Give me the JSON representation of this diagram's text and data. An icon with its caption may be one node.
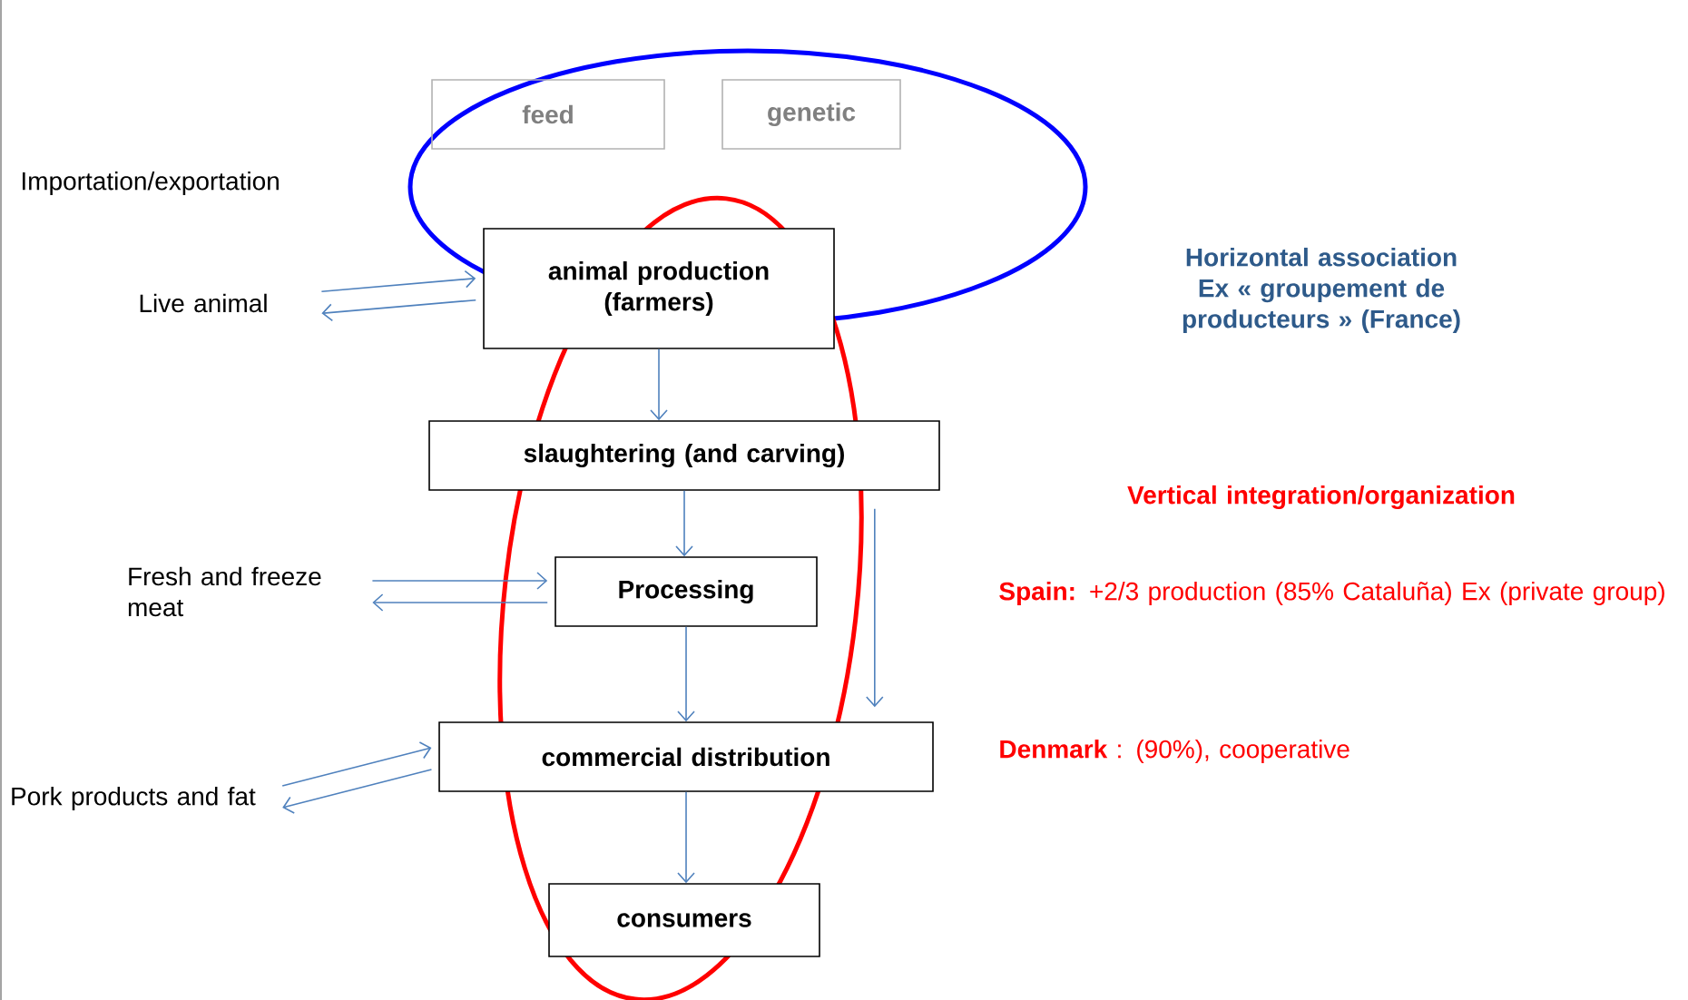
{
  "diagram": {
    "nodes": [
      {
        "text": [
          "feed"
        ]
      },
      {
        "text": [
          "genetic"
        ]
      },
      {
        "text": [
          "animal production (farmers)"
        ]
      },
      {
        "text": [
          "slaughtering (and carving)"
        ]
      },
      {
        "text": [
          "Processing"
        ]
      },
      {
        "text": [
          "commercial distribution"
        ]
      },
      {
        "text": [
          "consumers"
        ]
      },
      {
        "text": [
          "Live animal"
        ]
      },
      {
        "text": [
          "Fresh and freeze meat"
        ]
      },
      {
        "text": [
          "Pork products and fat"
        ]
      }
    ],
    "edges": [
      {
        "from": 2,
        "to": 3,
        "arrow": "to"
      },
      {
        "from": 3,
        "to": 4,
        "arrow": "to"
      },
      {
        "from": 4,
        "to": 5,
        "arrow": "to"
      },
      {
        "from": 3,
        "to": 5,
        "arrow": "to"
      },
      {
        "from": 5,
        "to": 6,
        "arrow": "to"
      },
      {
        "from": 7,
        "to": 2,
        "arrow": "to"
      },
      {
        "from": 2,
        "to": 7,
        "arrow": "to"
      },
      {
        "from": 8,
        "to": 4,
        "arrow": "to"
      },
      {
        "from": 4,
        "to": 8,
        "arrow": "to"
      },
      {
        "from": 9,
        "to": 5,
        "arrow": "to"
      },
      {
        "from": 5,
        "to": 9,
        "arrow": "to"
      }
    ],
    "labels": [
      "Importation/exportation",
      "Horizontal association Ex « groupement de producteurs » (France)",
      "Vertical integration/organization",
      "**Spain:** +2/3 production (85% Cataluña) Ex (private group)",
      "**Denmark** : (90%), cooperative"
    ]
  }
}
